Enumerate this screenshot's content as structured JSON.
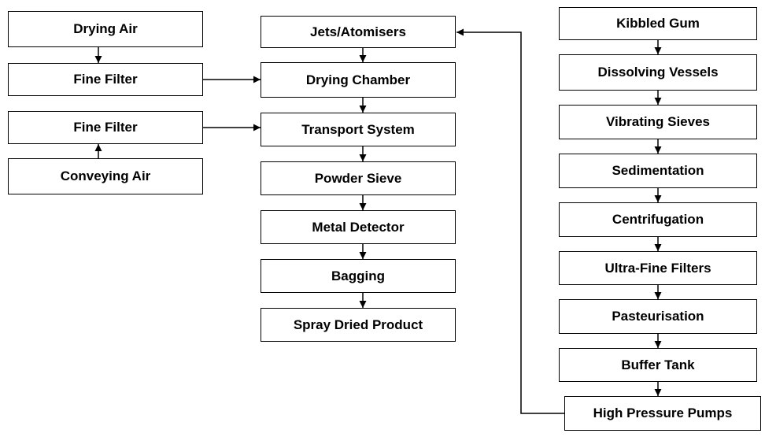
{
  "colors": {
    "stroke": "#000000",
    "fill": "#ffffff",
    "text": "#000000"
  },
  "left": {
    "drying_air": "Drying Air",
    "fine_filter_1": "Fine Filter",
    "fine_filter_2": "Fine Filter",
    "conveying_air": "Conveying Air"
  },
  "center": {
    "jets": "Jets/Atomisers",
    "drying_chamber": "Drying Chamber",
    "transport": "Transport System",
    "powder_sieve": "Powder Sieve",
    "metal_detector": "Metal Detector",
    "bagging": "Bagging",
    "product": "Spray Dried Product"
  },
  "right": {
    "kibbled_gum": "Kibbled Gum",
    "dissolving": "Dissolving Vessels",
    "vibrating": "Vibrating Sieves",
    "sedimentation": "Sedimentation",
    "centrifugation": "Centrifugation",
    "ultra_fine": "Ultra-Fine Filters",
    "pasteurisation": "Pasteurisation",
    "buffer_tank": "Buffer Tank",
    "hp_pumps": "High Pressure Pumps"
  }
}
